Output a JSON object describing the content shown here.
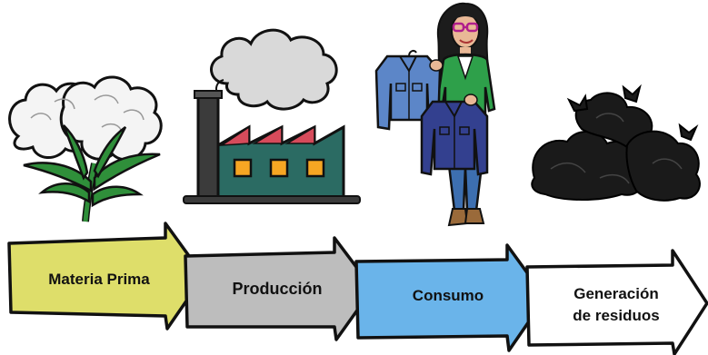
{
  "stages": [
    {
      "label": "Materia Prima",
      "color": "#dede6a",
      "icon": "cotton-plant-icon"
    },
    {
      "label": "Producción",
      "color": "#bdbdbd",
      "icon": "factory-icon"
    },
    {
      "label": "Consumo",
      "color": "#6ab4ea",
      "icon": "person-holding-jackets-icon"
    },
    {
      "label_lines": [
        "Generación",
        "de residuos"
      ],
      "color": "#ffffff",
      "icon": "garbage-bags-icon"
    }
  ],
  "colors": {
    "outline": "#111111",
    "cotton_leaf": "#2f8f3a",
    "factory_body": "#2b6b63",
    "factory_window": "#f6a623",
    "smoke": "#d9d9d9",
    "jacket": "#4a6fb5",
    "garbage": "#1a1a1a"
  }
}
